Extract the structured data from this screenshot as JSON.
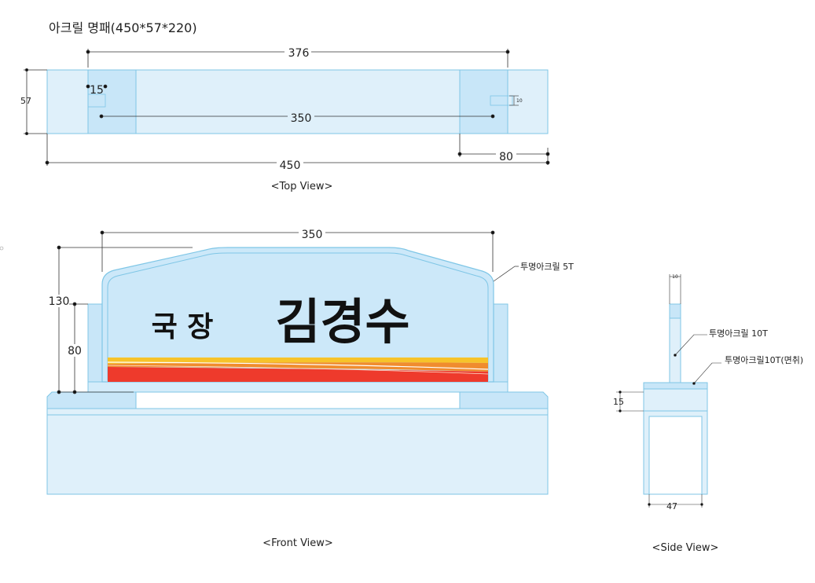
{
  "title": "아크릴 명패(450*57*220)",
  "top_view": {
    "dim_376": "376",
    "dim_15": "15",
    "dim_350": "350",
    "dim_450": "450",
    "dim_80": "80",
    "dim_57": "57",
    "dim_10": "10",
    "caption": "<Top View>"
  },
  "front_view": {
    "dim_350": "350",
    "dim_130": "130",
    "dim_80": "80",
    "material_label": "투명아크릴 5T",
    "title_text": "국 장",
    "name_text": "김경수",
    "caption": "<Front View>"
  },
  "side_view": {
    "dim_10": "10",
    "dim_15": "15",
    "dim_47": "47",
    "label_upper": "투명아크릴 10T",
    "label_lower": "투명아크릴10T(면취)",
    "caption": "<Side View>"
  },
  "colors": {
    "acrylic_fill": "#dff0fa",
    "acrylic_dark": "#c5e4f7",
    "acrylic_stroke": "#7fc6e6",
    "panel_fill": "#cce8f9",
    "red_band": "#ee3a2c",
    "orange_band": "#f08c2e",
    "yellow_band": "#f7c32a"
  }
}
